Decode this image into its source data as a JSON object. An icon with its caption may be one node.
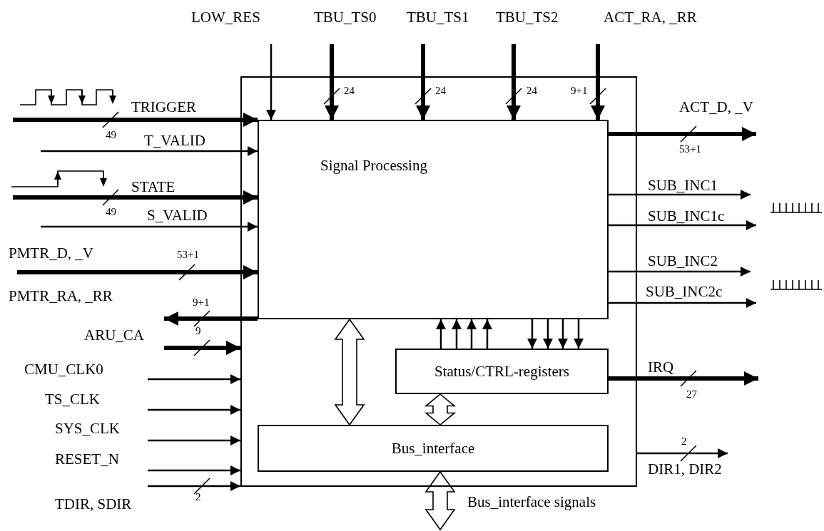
{
  "diagram": {
    "nodes": [
      {
        "text": [],
        "shape": "box"
      },
      {
        "text": [
          "Signal Processing"
        ],
        "in": 0
      },
      {
        "text": [
          "Status/CTRL-registers"
        ],
        "in": 0
      },
      {
        "text": [
          "Bus_interface"
        ],
        "in": 0
      }
    ],
    "edges": [
      {
        "from": null,
        "to": 1,
        "arrow": "to",
        "label": "LOW_RES"
      },
      {
        "from": null,
        "to": 1,
        "arrow": "to",
        "label": "TBU_TS0",
        "style": "thick"
      },
      {
        "from": null,
        "to": 1,
        "arrow": "to",
        "label": "TBU_TS1",
        "style": "thick"
      },
      {
        "from": null,
        "to": 1,
        "arrow": "to",
        "label": "TBU_TS2",
        "style": "thick"
      },
      {
        "from": null,
        "to": 1,
        "arrow": "to",
        "label": "ACT_RA, _RR",
        "style": "thick"
      },
      {
        "from": null,
        "to": 1,
        "arrow": "to",
        "label": "TRIGGER",
        "style": "thick"
      },
      {
        "from": null,
        "to": 1,
        "arrow": "to",
        "label": "T_VALID"
      },
      {
        "from": null,
        "to": 1,
        "arrow": "to",
        "label": "STATE",
        "style": "thick"
      },
      {
        "from": null,
        "to": 1,
        "arrow": "to",
        "label": "S_VALID"
      },
      {
        "from": null,
        "to": 1,
        "arrow": "to",
        "label": "PMTR_D, _V",
        "style": "thick"
      },
      {
        "from": 1,
        "to": null,
        "arrow": "to",
        "label": "PMTR_RA, _RR",
        "style": "thick"
      },
      {
        "from": null,
        "to": 0,
        "arrow": "to",
        "label": "ARU_CA",
        "style": "thick"
      },
      {
        "from": null,
        "to": 0,
        "arrow": "to",
        "label": "CMU_CLK0"
      },
      {
        "from": null,
        "to": 0,
        "arrow": "to",
        "label": "TS_CLK"
      },
      {
        "from": null,
        "to": 0,
        "arrow": "to",
        "label": "SYS_CLK"
      },
      {
        "from": null,
        "to": 0,
        "arrow": "to",
        "label": "RESET_N"
      },
      {
        "from": null,
        "to": 0,
        "arrow": "to",
        "label": "TDIR, SDIR"
      },
      {
        "from": 1,
        "to": null,
        "arrow": "to",
        "label": "ACT_D, _V",
        "style": "thick"
      },
      {
        "from": 1,
        "to": null,
        "arrow": "to",
        "label": "SUB_INC1"
      },
      {
        "from": 1,
        "to": null,
        "arrow": "to",
        "label": "SUB_INC1c"
      },
      {
        "from": 1,
        "to": null,
        "arrow": "to",
        "label": "SUB_INC2"
      },
      {
        "from": 1,
        "to": null,
        "arrow": "to",
        "label": "SUB_INC2c"
      },
      {
        "from": 2,
        "to": null,
        "arrow": "to",
        "label": "IRQ",
        "style": "thick"
      },
      {
        "from": 0,
        "to": null,
        "arrow": "to",
        "label": "DIR1, DIR2"
      },
      {
        "from": 1,
        "to": 3,
        "arrow": "both",
        "style": "thick"
      },
      {
        "from": 2,
        "to": 3,
        "arrow": "both",
        "style": "thick"
      },
      {
        "from": 3,
        "to": null,
        "arrow": "both",
        "label": "Bus_interface signals",
        "style": "thick"
      },
      {
        "from": 2,
        "to": 1,
        "arrow": "to"
      },
      {
        "from": 2,
        "to": 1,
        "arrow": "to"
      },
      {
        "from": 2,
        "to": 1,
        "arrow": "to"
      },
      {
        "from": 2,
        "to": 1,
        "arrow": "to"
      },
      {
        "from": 1,
        "to": 2,
        "arrow": "to"
      },
      {
        "from": 1,
        "to": 2,
        "arrow": "to"
      },
      {
        "from": 1,
        "to": 2,
        "arrow": "to"
      },
      {
        "from": 1,
        "to": 2,
        "arrow": "to"
      }
    ],
    "labels": [
      "24",
      "24",
      "24",
      "9+1",
      "49",
      "53+1",
      "49",
      "53+1",
      "9+1",
      "9",
      "27",
      "2",
      "2"
    ]
  }
}
